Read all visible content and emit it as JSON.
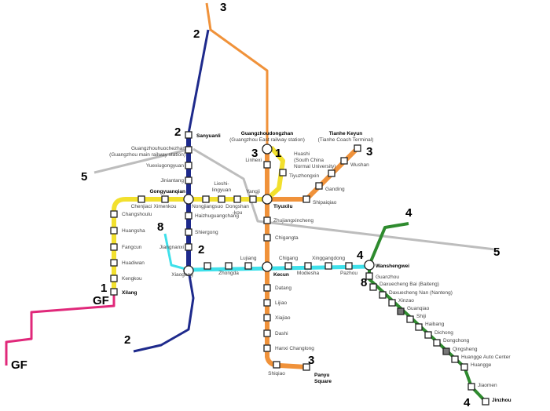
{
  "title": "Guangzhou Metro Map",
  "colors": {
    "line1": "#f2e02e",
    "line2": "#1e2a8c",
    "line3": "#f0923a",
    "line4": "#2e8b2e",
    "line5": "#bdbdbd",
    "line8": "#3fe0ea",
    "lineGF": "#e0287a"
  },
  "line_labels": [
    "3",
    "2",
    "2",
    "3",
    "1",
    "3",
    "5",
    "8",
    "2",
    "4",
    "4",
    "8",
    "5",
    "1",
    "GF",
    "2",
    "GF",
    "3",
    "4"
  ],
  "stations": [
    {
      "name": "Sanyuanli",
      "bold": true
    },
    {
      "name": "Guangzhouhuochezhan",
      "sub": "(Guangzhou main railway station)"
    },
    {
      "name": "Yuexiugongyuan"
    },
    {
      "name": "Jiniantang"
    },
    {
      "name": "Gongyuanqian",
      "bold": true
    },
    {
      "name": "Haizhuguangchang"
    },
    {
      "name": "Shiergong"
    },
    {
      "name": "Jiangnanxi"
    },
    {
      "name": "Xiaogang"
    },
    {
      "name": "Guangzhoudongzhan",
      "sub": "(Guangzhou East railway station)",
      "bold": true
    },
    {
      "name": "Linhexi"
    },
    {
      "name": "Tiyuxilu",
      "bold": true
    },
    {
      "name": "Zhujiangxincheng"
    },
    {
      "name": "Chigangta"
    },
    {
      "name": "Kecun",
      "bold": true
    },
    {
      "name": "Datang"
    },
    {
      "name": "Lijiao"
    },
    {
      "name": "Xiajiao"
    },
    {
      "name": "Dashi"
    },
    {
      "name": "Hanxi Changlong"
    },
    {
      "name": "Shiqiao"
    },
    {
      "name": "Panyu",
      "sub": "Square",
      "bold": true
    },
    {
      "name": "Shipaiqiao"
    },
    {
      "name": "Ganding"
    },
    {
      "name": "Huashi",
      "sub": "(South China",
      "sub2": "Normal University)"
    },
    {
      "name": "Wushan"
    },
    {
      "name": "Tianhe Keyun",
      "sub": "(Tianhe Coach Terminal)",
      "bold": true
    },
    {
      "name": "Xilang",
      "bold": true
    },
    {
      "name": "Kengkou"
    },
    {
      "name": "Huadiwan"
    },
    {
      "name": "Fangcun"
    },
    {
      "name": "Huangsha"
    },
    {
      "name": "Changshoulu"
    },
    {
      "name": "Chenjiaci"
    },
    {
      "name": "Ximenkou"
    },
    {
      "name": "Nongjiangsuo"
    },
    {
      "name": "Lieshi-",
      "sub": "lingyuan"
    },
    {
      "name": "Dongshan",
      "sub": "-kou"
    },
    {
      "name": "Yangji"
    },
    {
      "name": "Tiyuzhongxin"
    },
    {
      "name": "Zhongda"
    },
    {
      "name": "Lujiang"
    },
    {
      "name": "Chigang"
    },
    {
      "name": "Modiesha"
    },
    {
      "name": "Xinggangdong"
    },
    {
      "name": "Pazhou"
    },
    {
      "name": "Wanshengwei",
      "bold": true
    },
    {
      "name": "Guanzhou"
    },
    {
      "name": "Daxuecheng Bai (Baiteng)"
    },
    {
      "name": "Daxuecheng Nan (Nanteng)"
    },
    {
      "name": "Xinzao"
    },
    {
      "name": "Guanqiao"
    },
    {
      "name": "Shiji"
    },
    {
      "name": "Haibang"
    },
    {
      "name": "Dichong"
    },
    {
      "name": "Dongchong"
    },
    {
      "name": "Qingsheng"
    },
    {
      "name": "Huangge Auto Center"
    },
    {
      "name": "Huangge"
    },
    {
      "name": "Jiaomen"
    },
    {
      "name": "Jinzhou",
      "bold": true
    }
  ]
}
